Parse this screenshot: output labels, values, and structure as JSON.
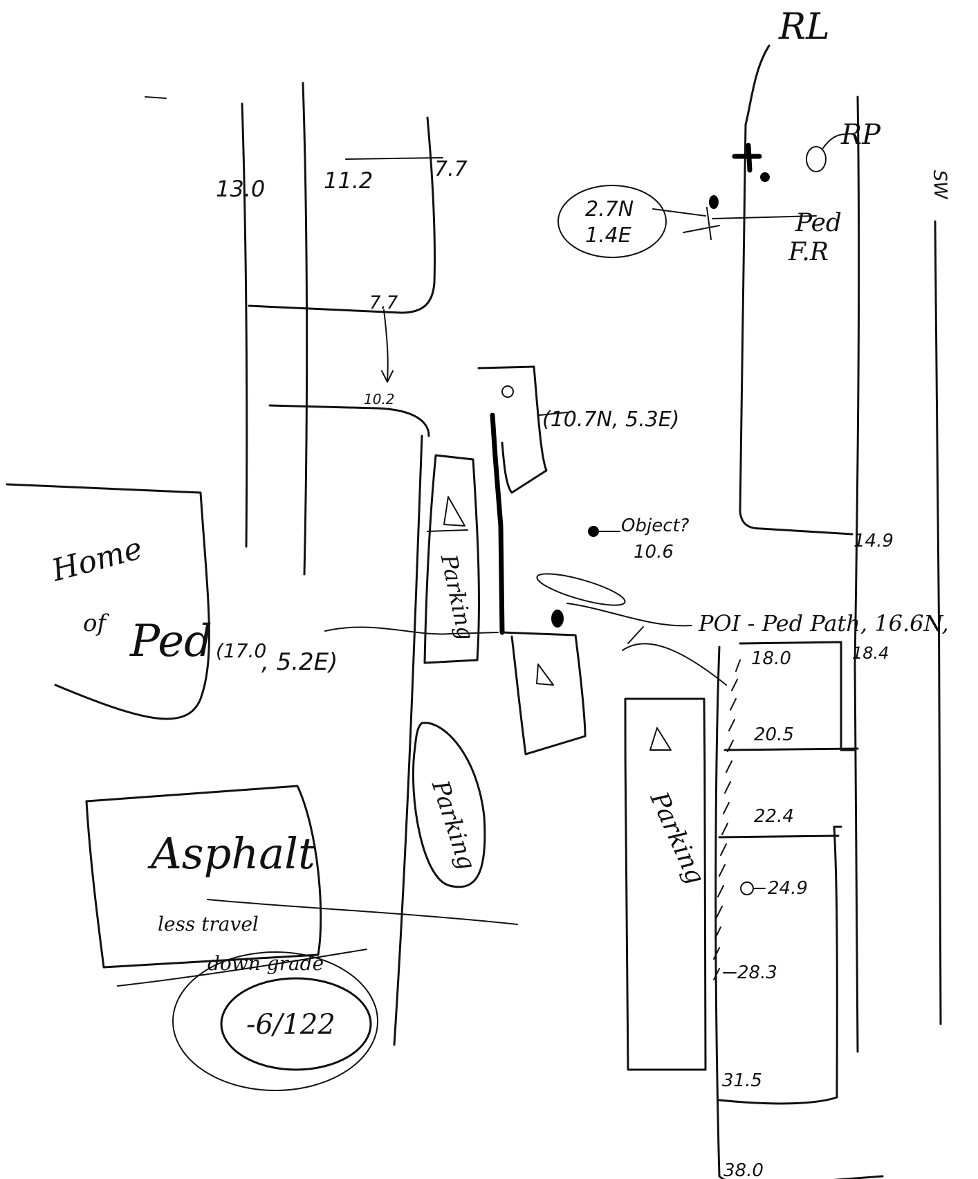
{
  "sketch": {
    "labels": {
      "rl": "RL",
      "rp": "RP",
      "ped_fr_line1": "Ped",
      "ped_fr_line2": "F.R",
      "ped_coords_n": "2.7N",
      "ped_coords_e": "1.4E",
      "veh_coords": "(10.7N, 5.3E)",
      "object": "Object?",
      "object_value": "10.6",
      "poi": "POI - Ped Path, 16.6N,",
      "home_line1": "Home",
      "home_line2": "of",
      "home_line3": "Ped",
      "home_coords_a": "(17.0",
      "home_coords_b": ", 5.2E)",
      "asphalt": "Asphalt",
      "less_travel": "less travel",
      "down_grade": "down grade",
      "grade_value": "-6/122",
      "parking_left": "Parking",
      "parking_right": "Parking",
      "sidewalk": "SW"
    },
    "measurements": {
      "m_13_0": "13.0",
      "m_11_2": "11.2",
      "m_7_7_top": "7.7",
      "m_7_7_mid": "7.7",
      "m_10_2": "10.2",
      "m_14_9": "14.9",
      "m_18_0": "18.0",
      "m_18_4": "18.4",
      "m_20_5": "20.5",
      "m_22_4": "22.4",
      "m_24_9": "24.9",
      "m_28_3": "28.3",
      "m_31_5": "31.5",
      "m_38_0": "38.0"
    }
  }
}
